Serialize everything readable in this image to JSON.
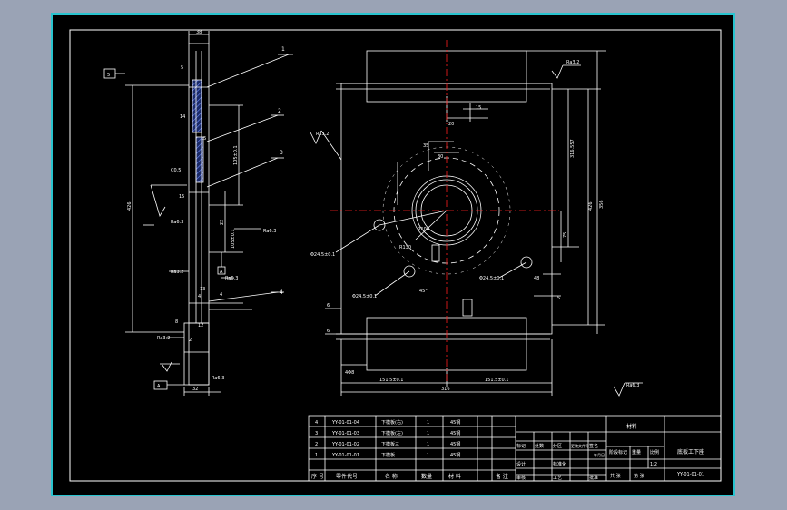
{
  "colors": {
    "frame": "#29c4cf",
    "line": "#ffffff",
    "center": "#ff2020",
    "dim": "#ffffff",
    "dashed": "#ffffff",
    "background": "#000000"
  },
  "side_view": {
    "top_width": "38",
    "dims": [
      "5",
      "14",
      "15",
      "15",
      "4",
      "4",
      "8",
      "13",
      "12",
      "2",
      "32"
    ],
    "vertical_dims": [
      "426",
      "105±0.1",
      "22",
      "105±0.1"
    ],
    "left_note": "5",
    "arrow_label": "A",
    "roughness": [
      "Ra6.3",
      "Ra6.3",
      "Ra3.2",
      "Ra6.3",
      "Ra3.2",
      "Ra6.3"
    ],
    "item_numbers": [
      "1",
      "2",
      "3",
      "4"
    ],
    "chamfer": "C0.5",
    "bottom_label": "A"
  },
  "front_view": {
    "width_total": "316",
    "left_half": "151.5±0.1",
    "right_half": "151.5±0.1",
    "height_total": "356",
    "right_dims": [
      "316.557",
      "426",
      "75"
    ],
    "top_dims": [
      "15",
      "20",
      "30",
      "35"
    ],
    "hole_labels": [
      "Φ24.5±0.1",
      "Φ24.5±0.1",
      "Φ24.5±0.1"
    ],
    "radius_labels": [
      "R100",
      "R130"
    ],
    "angle": "45°",
    "roughness": [
      "Ra3.2",
      "Ra3.2"
    ],
    "side_dims": [
      "6",
      "6",
      "48",
      "5"
    ],
    "corner_label": "4Φ8"
  },
  "global_roughness": "Ra6.3",
  "title_block": {
    "rows": [
      [
        "4",
        "YY-01-01-04",
        "下模板(右)",
        "1",
        "45钢"
      ],
      [
        "3",
        "YY-01-01-03",
        "下模板(左)",
        "1",
        "45钢"
      ],
      [
        "2",
        "YY-01-01-02",
        "下模板三",
        "1",
        "45钢"
      ],
      [
        "1",
        "YY-01-01-01",
        "下模板",
        "1",
        "45钢"
      ]
    ],
    "header": [
      "序 号",
      "零件代号",
      "名 称",
      "数量",
      "材 料",
      "备 注"
    ],
    "material_caption": "材料",
    "drawing_name": "底板工下座",
    "drawing_code": "YY-01-01-01",
    "scale_labels": [
      "阶段标记",
      "重量",
      "比例"
    ],
    "scale_value": "1:2",
    "sheet_labels": [
      "共 张",
      "第 张"
    ],
    "sign_labels": [
      "标记",
      "处数",
      "分区",
      "更改文件号",
      "签名",
      "年月日"
    ],
    "role_labels": [
      "设计",
      "审核",
      "工艺",
      "标准化",
      "批准"
    ]
  }
}
